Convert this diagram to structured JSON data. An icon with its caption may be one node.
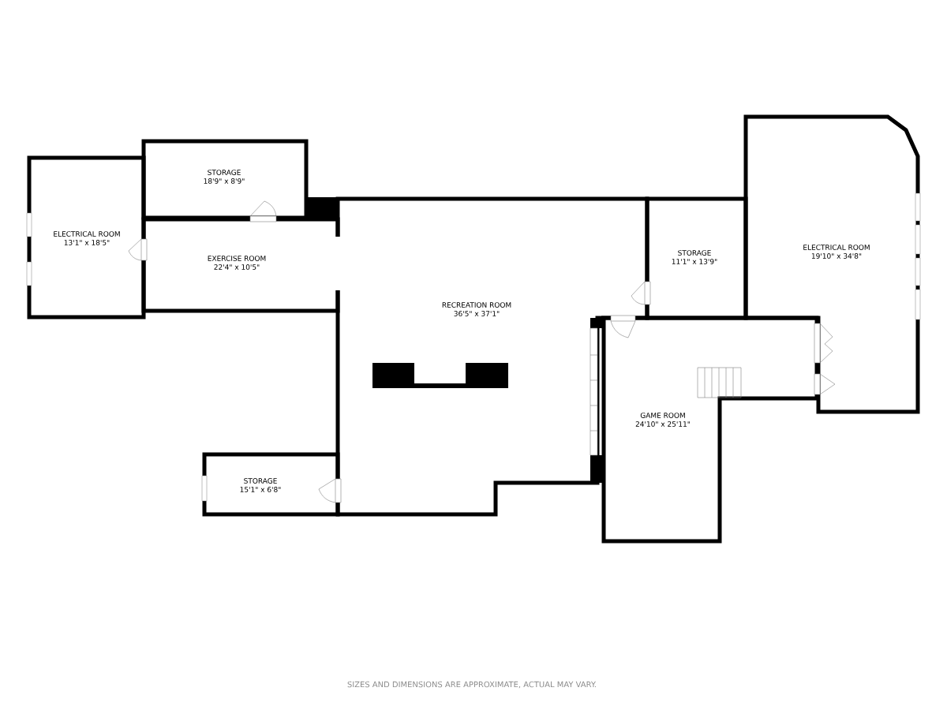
{
  "diagram": {
    "nodes": [
      {
        "text": [
          "STORAGE",
          "18'9\" x 8'9\""
        ]
      },
      {
        "text": [
          "ELECTRICAL ROOM",
          "13'1\" x 18'5\""
        ]
      },
      {
        "text": [
          "EXERCISE ROOM",
          "22'4\" x 10'5\""
        ]
      },
      {
        "text": [
          "RECREATION ROOM",
          "36'5\" x 37'1\""
        ]
      },
      {
        "text": [
          "STORAGE",
          "11'1\" x 13'9\""
        ]
      },
      {
        "text": [
          "ELECTRICAL ROOM",
          "19'10\" x 34'8\""
        ]
      },
      {
        "text": [
          "GAME ROOM",
          "24'10\" x 25'11\""
        ]
      },
      {
        "text": [
          "STORAGE",
          "15'1\" x 6'8\""
        ]
      }
    ],
    "caption": "SIZES AND DIMENSIONS ARE APPROXIMATE, ACTUAL MAY VARY."
  }
}
